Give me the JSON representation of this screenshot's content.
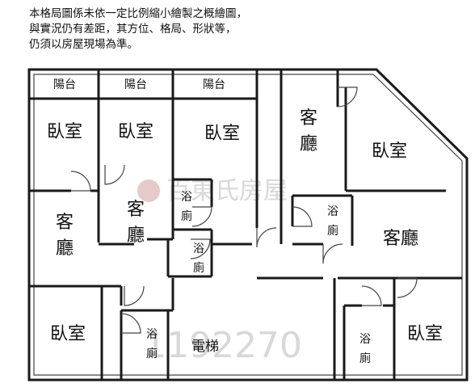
{
  "disclaimer": {
    "line1": "本格局圖係未依一定比例縮小繪製之概繪圖，",
    "line2": "與實況仍有差距，其方位、格局、形狀等，",
    "line3": "仍須以房屋現場為準。"
  },
  "rooms": {
    "balcony_1": "陽台",
    "balcony_2": "陽台",
    "balcony_3": "陽台",
    "bedroom_1_a": "臥室",
    "bedroom_1_b": "臥室",
    "bedroom_1_c": "臥室",
    "living_right_top_1": "客",
    "living_right_top_2": "廳",
    "bedroom_2_a": "臥室",
    "bath_a_1": "浴",
    "bath_a_2": "廁",
    "living_mid_1": "客",
    "living_mid_2": "廳",
    "living_left_1": "客",
    "living_left_2": "廳",
    "bath_b_1": "浴",
    "bath_b_2": "廁",
    "bath_c_1": "浴",
    "bath_c_2": "廁",
    "living_right_bottom": "客廳",
    "bedroom_3_a": "臥室",
    "bath_d_1": "浴",
    "bath_d_2": "廁",
    "elevator": "電梯",
    "bath_e_1": "浴",
    "bath_e_2": "廁",
    "bedroom_3_b": "臥室"
  },
  "watermark": {
    "brand": "百東氏房屋",
    "code": "1192270"
  }
}
